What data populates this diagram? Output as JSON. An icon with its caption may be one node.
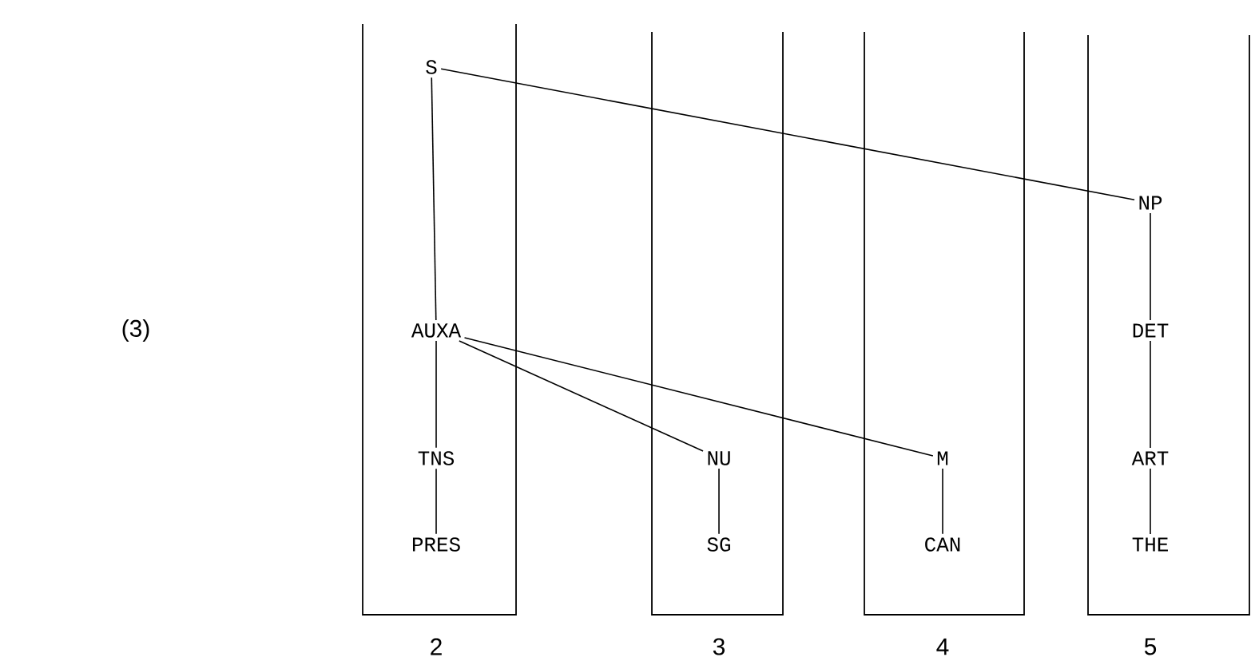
{
  "diagram": {
    "nodes": [
      {
        "text": [
          "S"
        ]
      },
      {
        "text": [
          "NP"
        ]
      },
      {
        "text": [
          "AUXA"
        ]
      },
      {
        "text": [
          "DET"
        ]
      },
      {
        "text": [
          "TNS"
        ]
      },
      {
        "text": [
          "NU"
        ]
      },
      {
        "text": [
          "M"
        ]
      },
      {
        "text": [
          "ART"
        ]
      },
      {
        "text": [
          "PRES"
        ]
      },
      {
        "text": [
          "SG"
        ]
      },
      {
        "text": [
          "CAN"
        ]
      },
      {
        "text": [
          "THE"
        ]
      }
    ],
    "edges": [
      {
        "from": 0,
        "to": 1,
        "arrow": "none"
      },
      {
        "from": 0,
        "to": 2,
        "arrow": "none"
      },
      {
        "from": 1,
        "to": 3,
        "arrow": "none"
      },
      {
        "from": 3,
        "to": 7,
        "arrow": "none"
      },
      {
        "from": 7,
        "to": 11,
        "arrow": "none"
      },
      {
        "from": 2,
        "to": 4,
        "arrow": "none"
      },
      {
        "from": 4,
        "to": 8,
        "arrow": "none"
      },
      {
        "from": 2,
        "to": 5,
        "arrow": "none"
      },
      {
        "from": 2,
        "to": 6,
        "arrow": "none"
      },
      {
        "from": 5,
        "to": 9,
        "arrow": "none"
      },
      {
        "from": 6,
        "to": 10,
        "arrow": "none"
      }
    ],
    "labels": [
      "(3)",
      "2",
      "3",
      "4",
      "5"
    ]
  }
}
